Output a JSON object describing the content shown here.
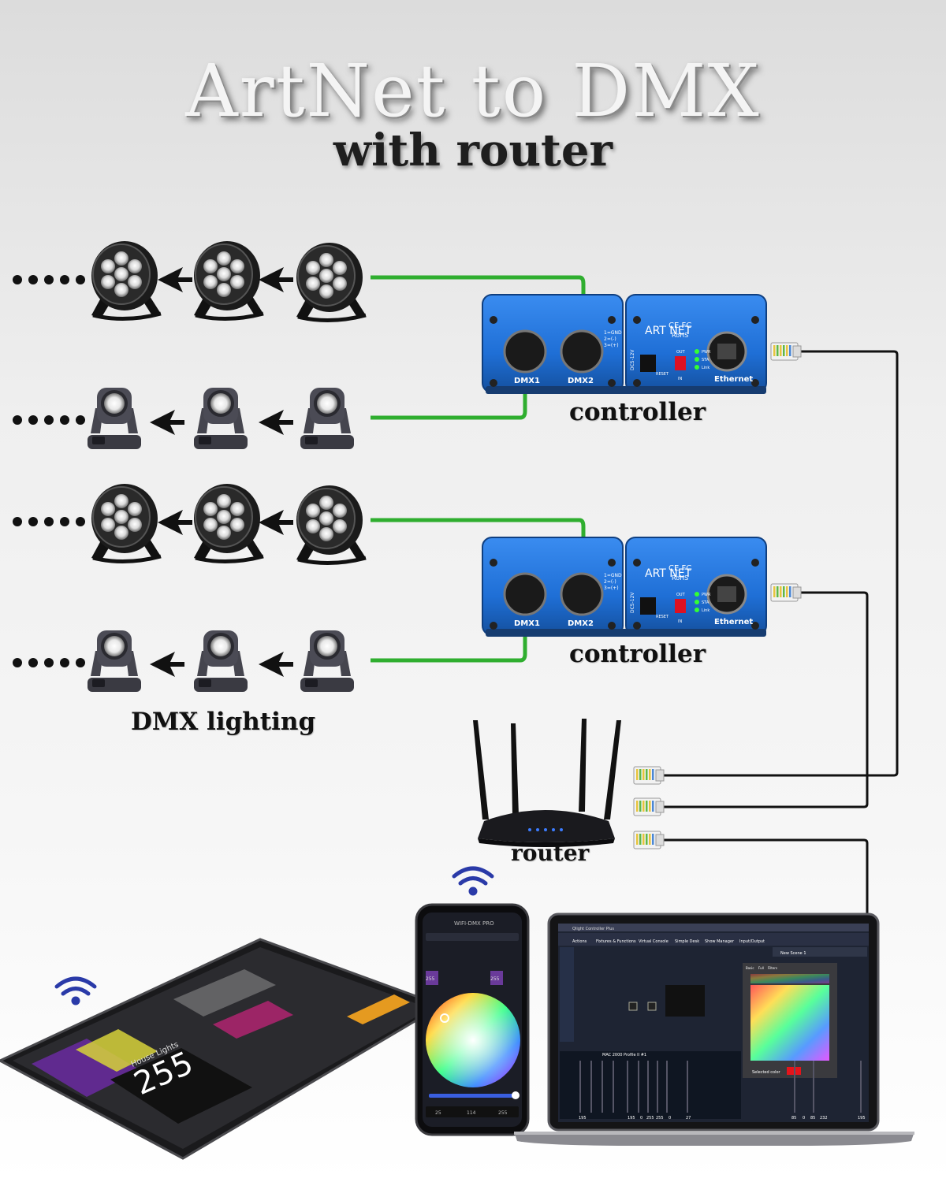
{
  "title": "ArtNet to DMX",
  "subtitle": "with router",
  "labels": {
    "controller_1": "controller",
    "controller_2": "controller",
    "dmx_lighting": "DMX lighting",
    "router": "router"
  },
  "device": {
    "port_1": "DMX1",
    "port_2": "DMX2",
    "ethernet": "Ethernet",
    "brand_artnet": "ART NET",
    "cert": "CE FC",
    "rohs": "RoHS",
    "pin_legend": [
      "1=GND",
      "2=(-)",
      "3=(+)"
    ],
    "power": "DC5-12V",
    "reset": "RESET",
    "in": "IN",
    "out": "OUT",
    "led_labels": [
      "PWR",
      "STA",
      "Link"
    ]
  },
  "phone_app": {
    "title": "WIFI-DMX PRO",
    "sliders": [
      "255",
      "255"
    ],
    "footer_values": [
      "25",
      "114",
      "255"
    ]
  },
  "tablet_app": {
    "big_value": "255",
    "fixture_name": "House Lights"
  },
  "laptop_app": {
    "app_name": "Qlight Controller Plus",
    "menu": [
      "Actions",
      "Fixtures & Functions",
      "Virtual Console",
      "Simple Desk",
      "Show Manager",
      "Input/Output"
    ],
    "scene_name": "New Scene 1",
    "fixture": "MAC 2000 Profile II #1",
    "color_tabs": [
      "Basic",
      "Full",
      "Filters"
    ],
    "selected_color_label": "Selected color",
    "fader_values": [
      "195",
      "195",
      "0",
      "255",
      "255",
      "0",
      "27",
      "85",
      "0",
      "85",
      "232",
      "195"
    ]
  },
  "colors": {
    "green_cable": "#2fae2f",
    "black_cable": "#111111",
    "device_blue": "#1f6fd6",
    "fixture_dark": "#2c2c30"
  },
  "icons": [
    "par-light-icon",
    "moving-head-icon",
    "arrow-left-icon",
    "wifi-icon",
    "rj45-connector-icon",
    "xlr-port-icon"
  ]
}
